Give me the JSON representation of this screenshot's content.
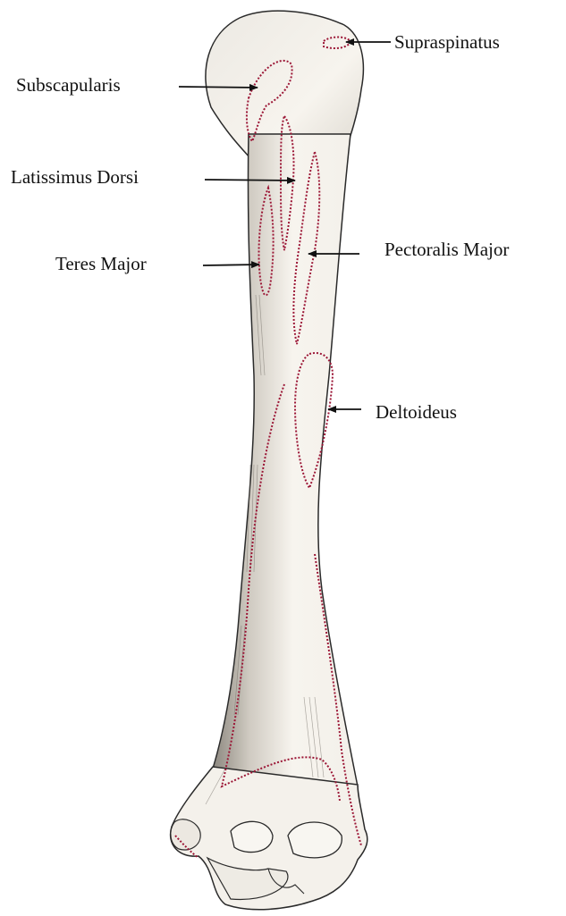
{
  "labels": {
    "supraspinatus": "Supraspinatus",
    "subscapularis": "Subscapularis",
    "latissimus_dorsi": "Latissimus Dorsi",
    "teres_major": "Teres Major",
    "pectoralis_major": "Pectoralis Major",
    "deltoideus": "Deltoideus"
  },
  "colors": {
    "bone_fill": "#f7f4ee",
    "bone_shade": "#b9b4ab",
    "bone_outline": "#2a2a2a",
    "muscle_attachment_outline": "#9b1535",
    "label_text": "#111111",
    "arrow": "#111111"
  },
  "icons": {
    "arrow": "arrow-icon"
  }
}
